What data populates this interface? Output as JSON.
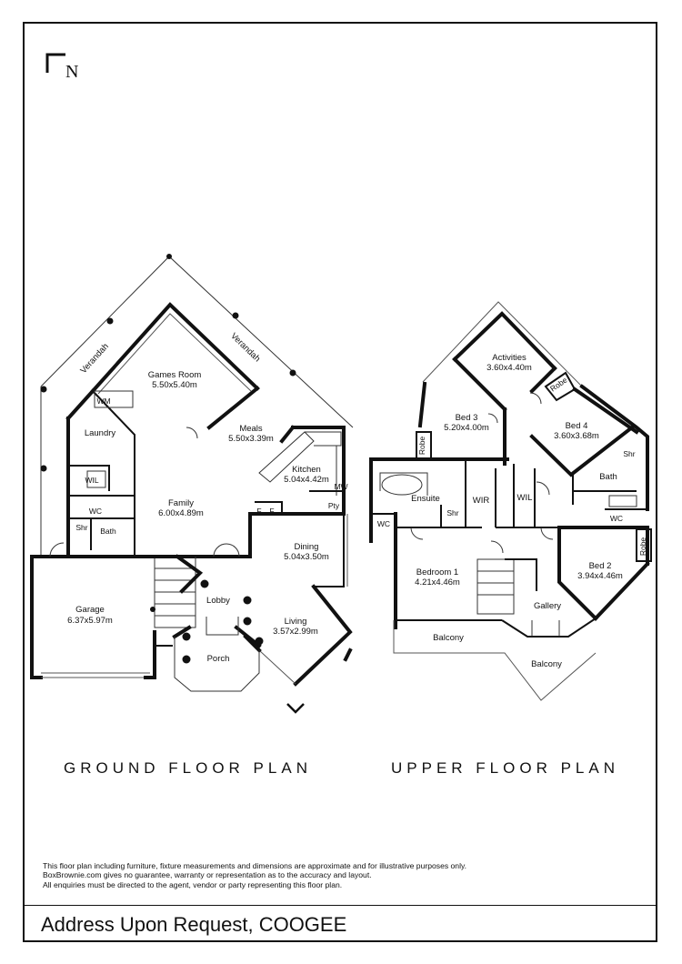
{
  "north_label": "N",
  "rooms": {
    "games_room": "Games Room",
    "games_room_dim": "5.50x5.40m",
    "meals": "Meals",
    "meals_dim": "5.50x3.39m",
    "kitchen": "Kitchen",
    "kitchen_dim": "5.04x4.42m",
    "family": "Family",
    "family_dim": "6.00x4.89m",
    "laundry": "Laundry",
    "wil_ground": "WIL",
    "wc_ground": "WC",
    "shr_ground": "Shr",
    "bath_ground": "Bath",
    "wm": "WM",
    "mw": "MW",
    "pty": "Pty",
    "f1": "F",
    "f2": "F",
    "dining": "Dining",
    "dining_dim": "5.04x3.50m",
    "lobby": "Lobby",
    "living": "Living",
    "living_dim": "3.57x2.99m",
    "porch": "Porch",
    "garage": "Garage",
    "garage_dim": "6.37x5.97m",
    "verandah_1": "Verandah",
    "verandah_2": "Verandah",
    "activities": "Activities",
    "activities_dim": "3.60x4.40m",
    "bed3": "Bed 3",
    "bed3_dim": "5.20x4.00m",
    "bed4": "Bed 4",
    "bed4_dim": "3.60x3.68m",
    "robe_1": "Robe",
    "robe_2": "Robe",
    "robe_3": "Robe",
    "shr_upper_1": "Shr",
    "bath_upper": "Bath",
    "wc_upper_1": "WC",
    "ensuite": "Ensuite",
    "shr_upper_2": "Shr",
    "wir": "WIR",
    "wil_upper": "WIL",
    "wc_upper_2": "WC",
    "bedroom1": "Bedroom 1",
    "bedroom1_dim": "4.21x4.46m",
    "bed2": "Bed 2",
    "bed2_dim": "3.94x4.46m",
    "gallery": "Gallery",
    "balcony_1": "Balcony",
    "balcony_2": "Balcony"
  },
  "titles": {
    "ground": "GROUND FLOOR PLAN",
    "upper": "UPPER FLOOR PLAN"
  },
  "disclaimer": {
    "line1": "This floor plan including furniture, fixture measurements and dimensions are approximate and for illustrative purposes only.",
    "line2": "BoxBrownie.com gives no guarantee, warranty or representation as to the accuracy and layout.",
    "line3": "All enquiries must be directed to the agent, vendor or party representing this floor plan."
  },
  "address": "Address Upon Request, COOGEE"
}
